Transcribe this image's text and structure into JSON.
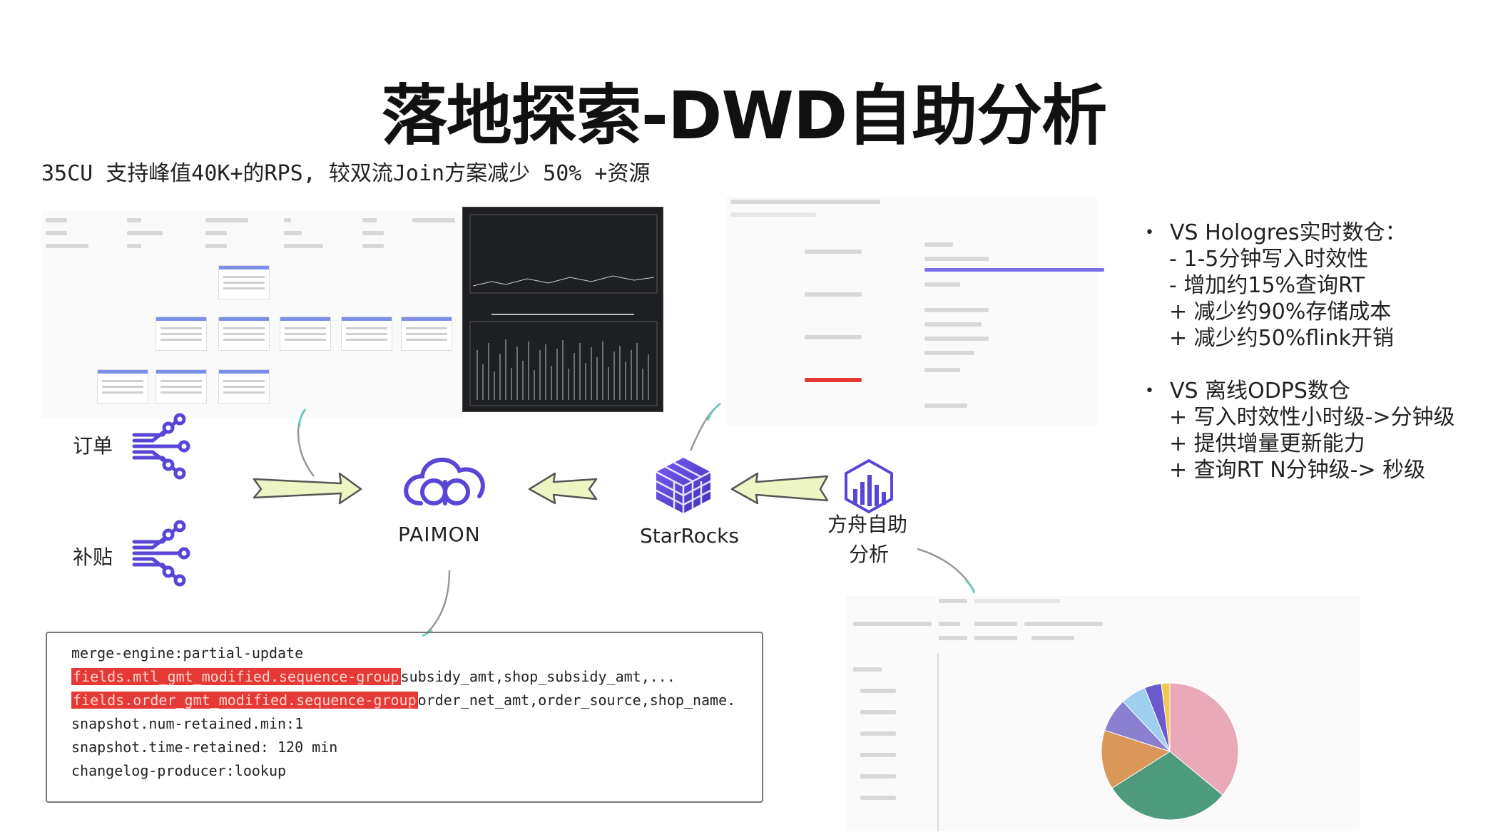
{
  "title": "落地探索-DWD自助分析",
  "subtitle": "35CU 支持峰值40K+的RPS, 较双流Join方案减少 50% +资源",
  "nodes": {
    "order": "订单",
    "subsidy": "补贴",
    "paimon": "PAIMON",
    "starrocks": "StarRocks",
    "fangzhou_line1": "方舟自助",
    "fangzhou_line2": "分析"
  },
  "panels": {
    "hologres": {
      "head": "VS Hologres实时数仓：",
      "lines": [
        "- 1-5分钟写入时效性",
        "- 增加约15%查询RT",
        "+ 减少约90%存储成本",
        "+ 减少约50%flink开销"
      ]
    },
    "odps": {
      "head": "VS 离线ODPS数仓",
      "lines": [
        "+ 写入时效性小时级->分钟级",
        "+ 提供增量更新能力",
        "+ 查询RT N分钟级-> 秒级"
      ]
    }
  },
  "code": {
    "line1": "merge-engine:partial-update",
    "line2_hl": "fields.mtl_gmt_modified.sequence-group",
    "line2_rest": "subsidy_amt,shop_subsidy_amt,...",
    "line3_hl": "fields.order_gmt_modified.sequence-group",
    "line3_rest": "order_net_amt,order_source,shop_name...",
    "line4": "snapshot.num-retained.min:1",
    "line5": "snapshot.time-retained: 120 min",
    "line6": "changelog-producer:lookup"
  },
  "colors": {
    "arrow_fill": "#eef5c4",
    "arrow_stroke": "#555555",
    "icon_purple": "#5a46d6",
    "connector_teal": "#5fd1c0",
    "highlight_red": "#e53935"
  },
  "chart_data": {
    "type": "pie",
    "title": "",
    "series": [
      {
        "values": [
          36,
          30,
          14,
          8,
          6,
          4,
          2
        ]
      }
    ],
    "colors": [
      "#e9a9b8",
      "#4e9a7c",
      "#d9975a",
      "#8b7fd0",
      "#9fd0f0",
      "#6a5acd",
      "#f2c94c"
    ]
  }
}
